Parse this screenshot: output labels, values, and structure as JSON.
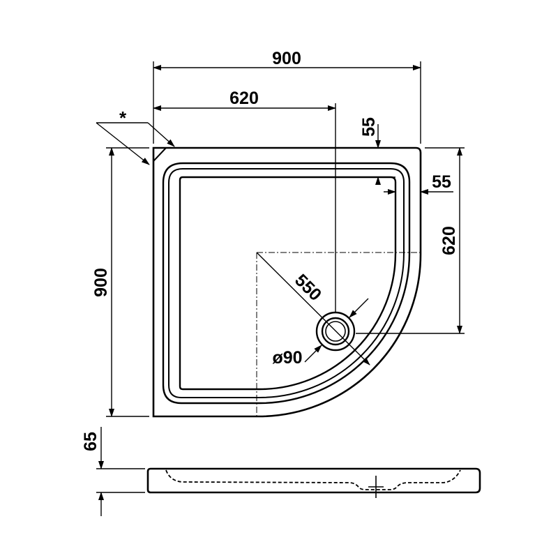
{
  "drawing": {
    "dimensions": {
      "top_width": "900",
      "top_partial": "620",
      "left_height": "900",
      "right_partial": "620",
      "rim_top": "55",
      "rim_right": "55",
      "radius": "550",
      "drain_diameter": "ø90",
      "profile_height": "65"
    },
    "note_mark": "*",
    "line_color": "#000000",
    "background_color": "#ffffff"
  }
}
